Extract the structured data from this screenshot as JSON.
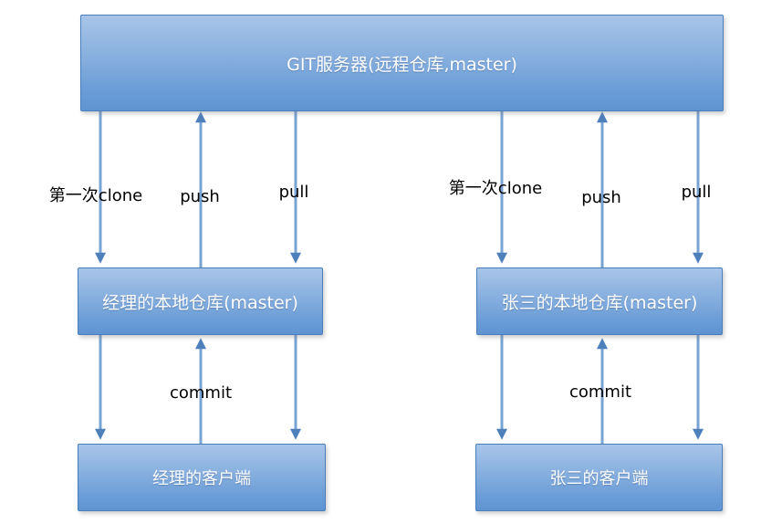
{
  "diagram": {
    "title_context": "Git workflow diagram",
    "server": {
      "label": "GIT服务器(远程仓库,master)"
    },
    "left": {
      "repo_label": "经理的本地仓库(master)",
      "client_label": "经理的客户端",
      "clone_label": "第一次clone",
      "push_label": "push",
      "pull_label": "pull",
      "commit_label": "commit"
    },
    "right": {
      "repo_label": "张三的本地仓库(master)",
      "client_label": "张三的客户端",
      "clone_label": "第一次clone",
      "push_label": "push",
      "pull_label": "pull",
      "commit_label": "commit"
    },
    "colors": {
      "box_gradient_top": "#a8c5e9",
      "box_gradient_bottom": "#5e94d2",
      "box_border": "#4a7ebb",
      "box_text": "#ffffff",
      "arrow_line": "#7aa3d4",
      "arrow_head": "#4e80bc",
      "edge_label_text": "#000000",
      "background": "#ffffff"
    }
  }
}
